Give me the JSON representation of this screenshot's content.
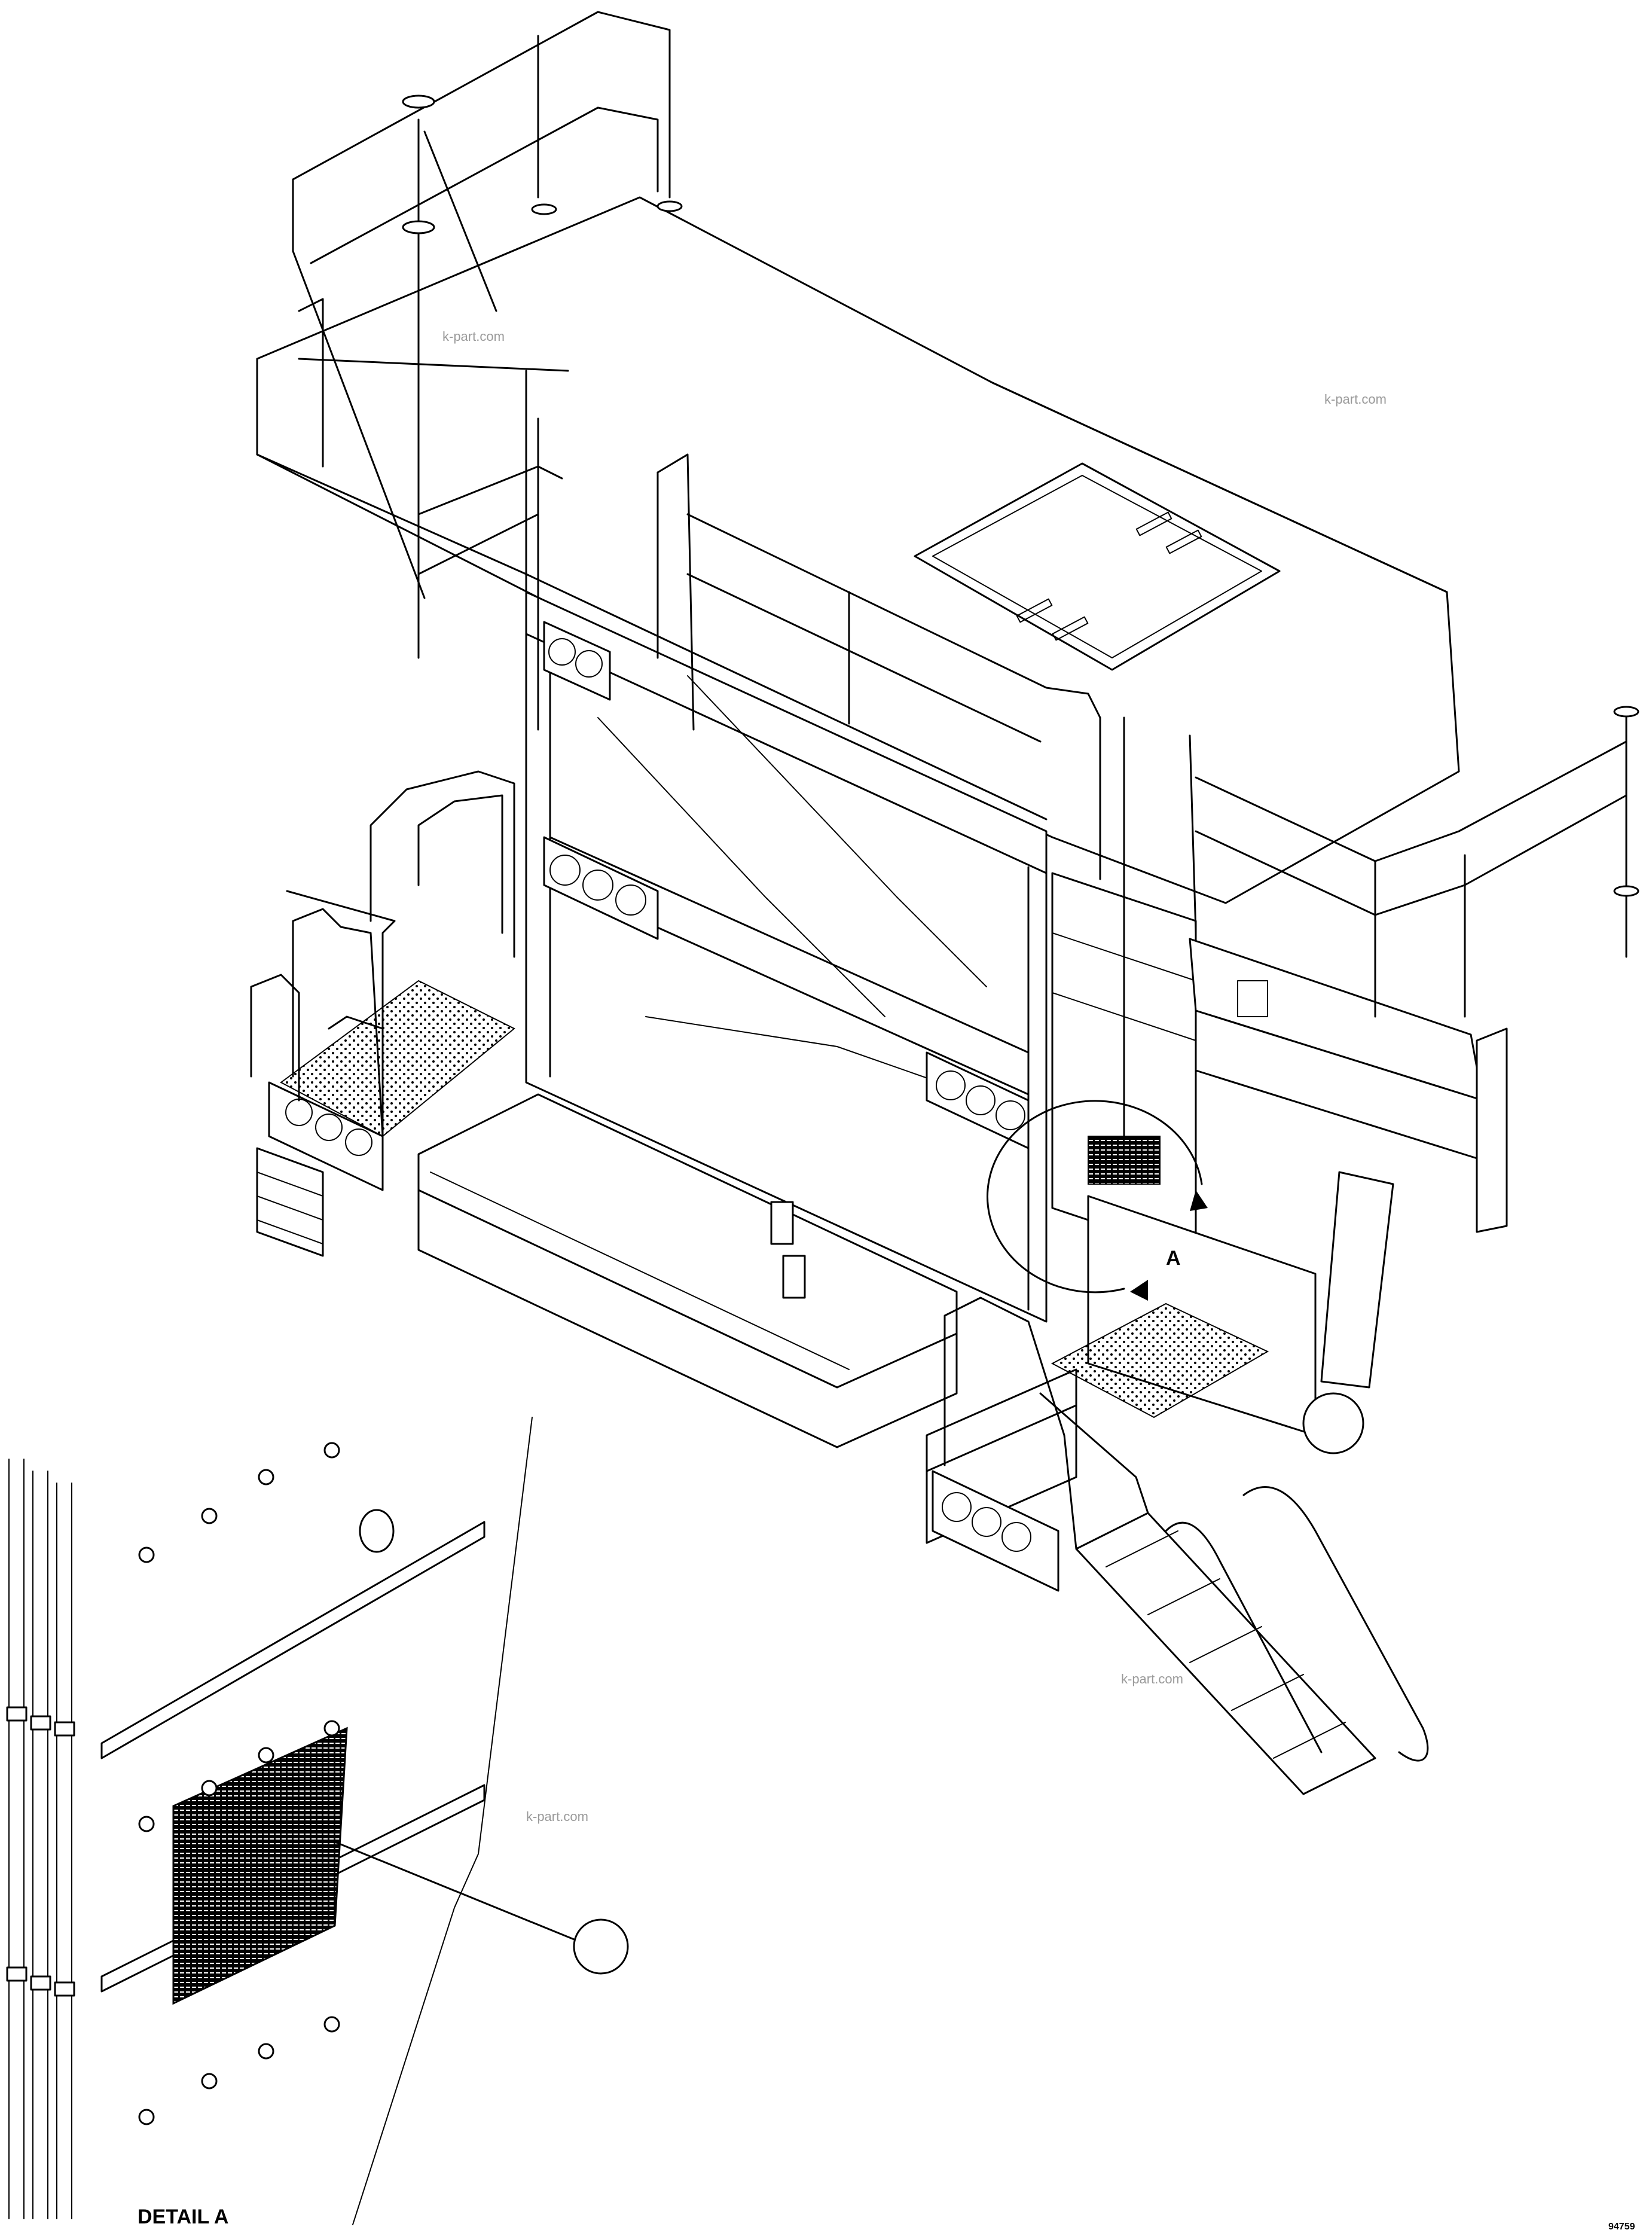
{
  "watermarks": [
    "k-part.com",
    "k-part.com",
    "k-part.com",
    "k-part.com"
  ],
  "view_label": "A",
  "detail_label": "DETAIL A",
  "drawing_number": "94759"
}
